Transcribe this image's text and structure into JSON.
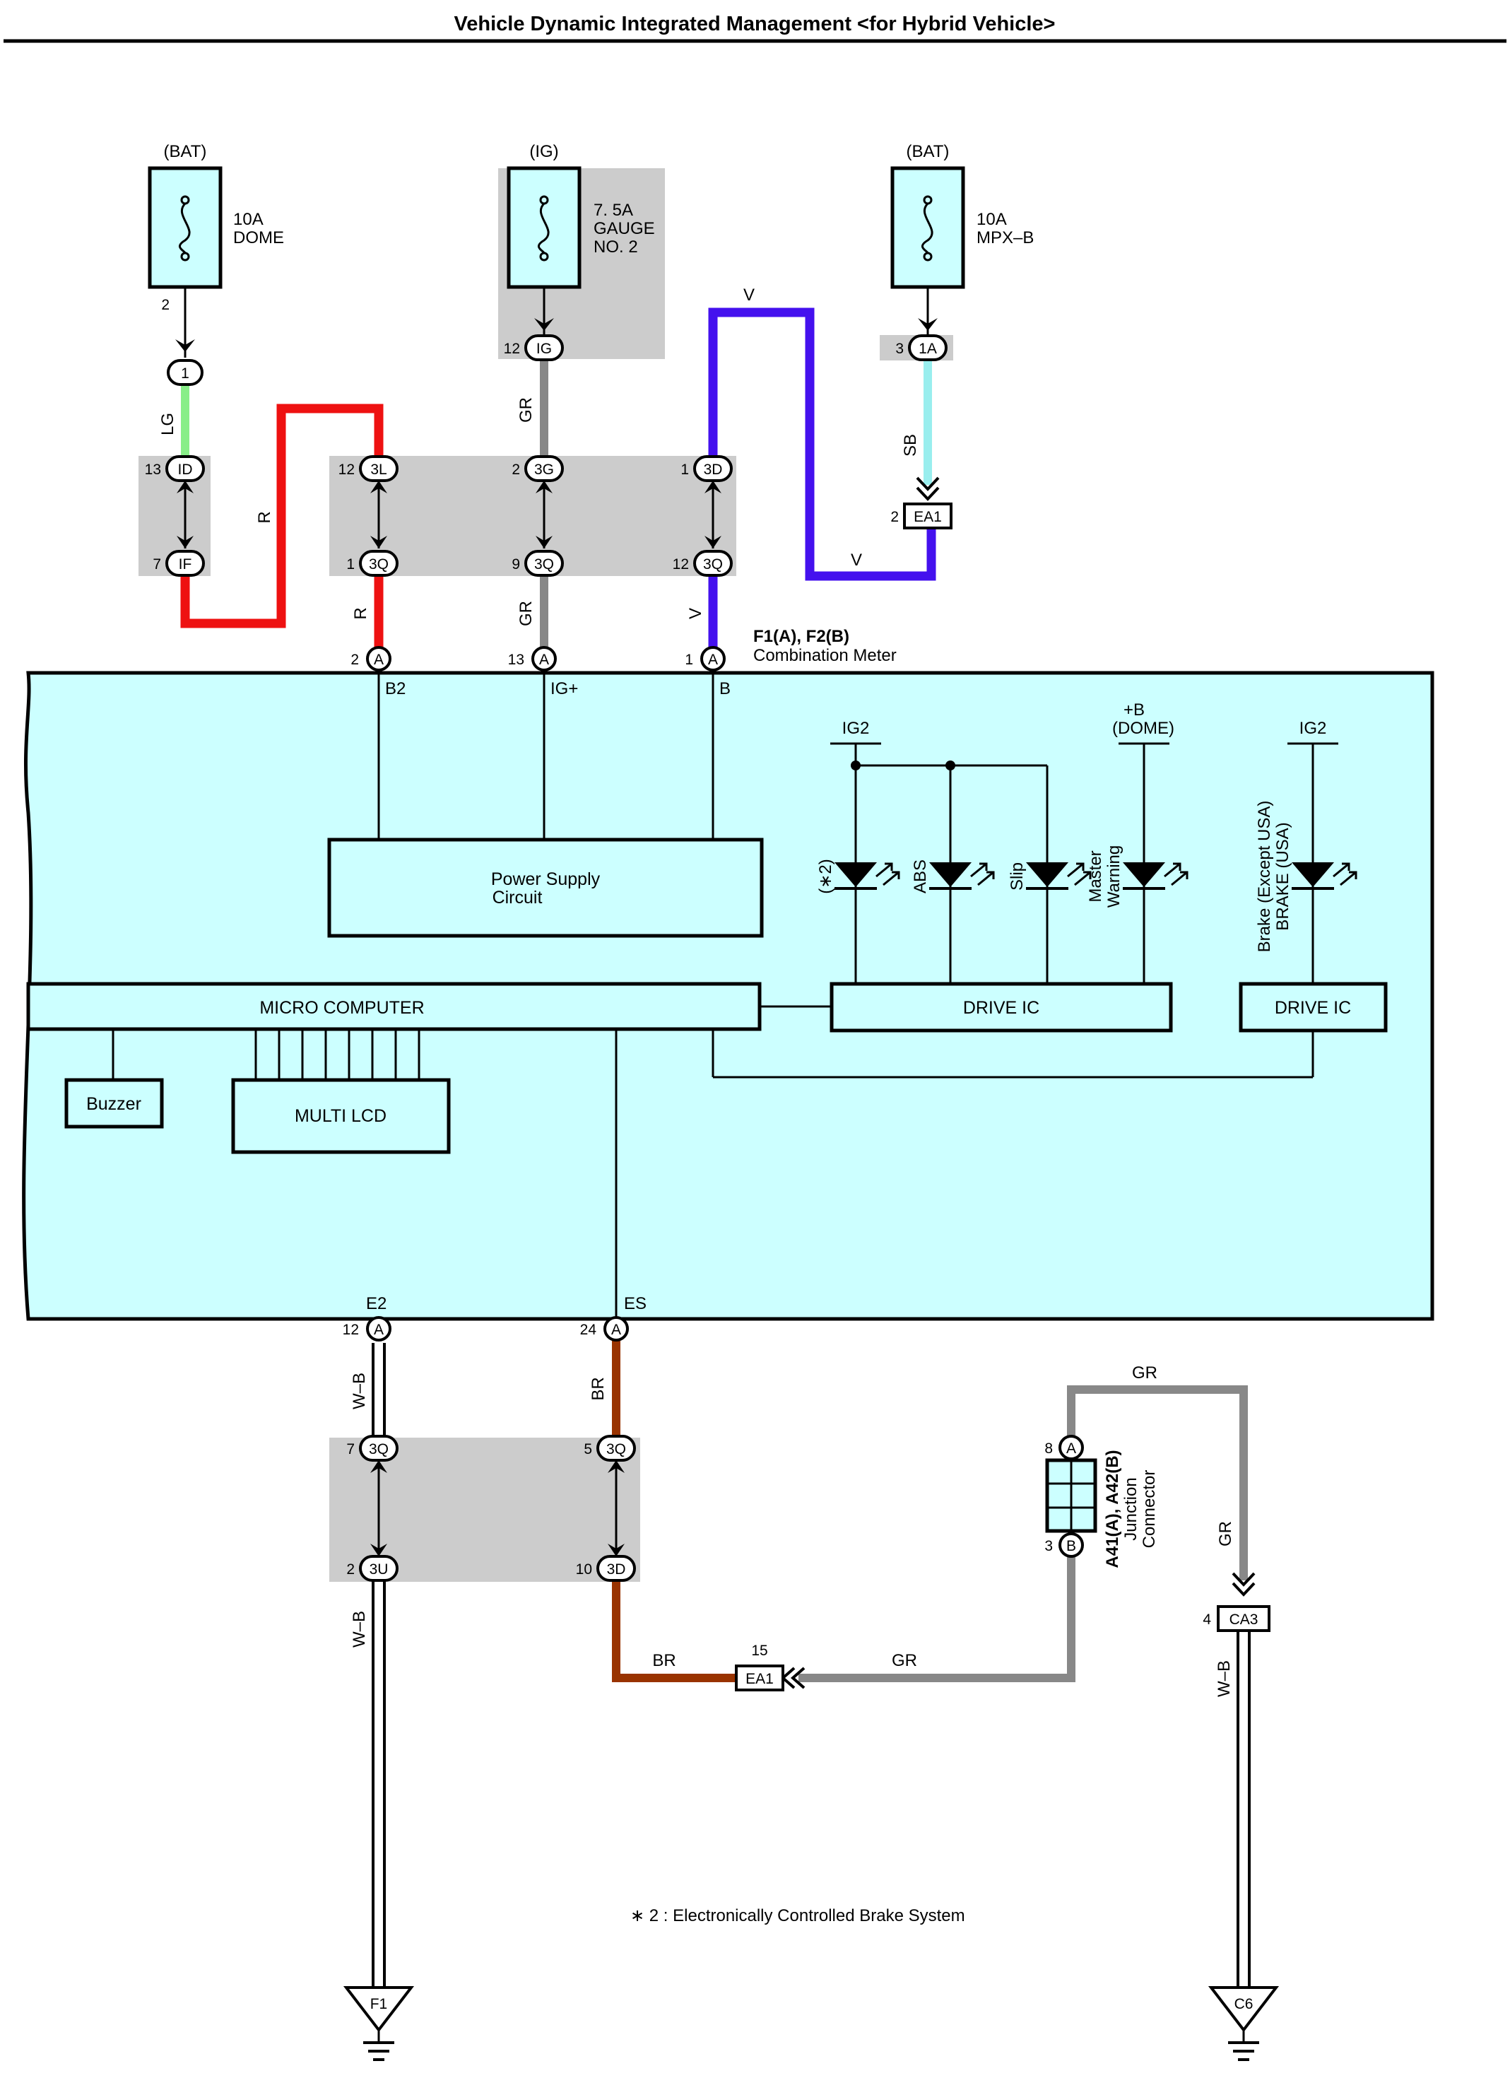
{
  "title": "Vehicle Dynamic Integrated Management <for Hybrid Vehicle>",
  "colors": {
    "panel": "#ccffff",
    "shade": "#cccccc",
    "wire_LG": "#88ee88",
    "wire_R": "#ee1111",
    "wire_GR": "#888888",
    "wire_V": "#4411ee",
    "wire_SB": "#99eeee",
    "wire_BR": "#993300",
    "wire_WB": "#000000"
  },
  "power_sources": {
    "bat_left": "(BAT)",
    "ig": "(IG)",
    "bat_right": "(BAT)"
  },
  "fuses": {
    "dome": {
      "amps": "10A",
      "name": "DOME"
    },
    "gauge": {
      "amps": "7. 5A",
      "name1": "GAUGE",
      "name2": "NO. 2"
    },
    "mpxb": {
      "amps": "10A",
      "name": "MPX–B"
    }
  },
  "pins": {
    "dome_out": "2",
    "gauge_out": "12",
    "mpxb_out": "3",
    "jb_13": "13",
    "jb_7": "7",
    "jb_12a": "12",
    "jb_1a": "1",
    "jb_2": "2",
    "jb_9": "9",
    "jb_1b": "1",
    "jb_12b": "12",
    "ea1_top": "2",
    "meter_b2": "2",
    "meter_ig": "13",
    "meter_b": "1",
    "gnd_12": "12",
    "gnd_24": "24",
    "jb_7b": "7",
    "jb_2b": "2",
    "jb_5": "5",
    "jb_10": "10",
    "ea1_bot": "15",
    "jc_8": "8",
    "jc_3": "3",
    "ca3": "4"
  },
  "connectors": {
    "c1": "1",
    "ig": "IG",
    "c1a": "1A",
    "id": "ID",
    "if": "IF",
    "c3l": "3L",
    "c3g": "3G",
    "c3d": "3D",
    "c3q": "3Q",
    "ea1": "EA1",
    "a": "A",
    "b": "B",
    "c3u": "3U",
    "ca3": "CA3",
    "f1": "F1",
    "c6": "C6"
  },
  "wire_labels": {
    "lg": "LG",
    "r": "R",
    "gr": "GR",
    "v": "V",
    "sb": "SB",
    "wb": "W–B",
    "br": "BR"
  },
  "meter": {
    "id": "F1(A), F2(B)",
    "name": "Combination Meter",
    "term_b2": "B2",
    "term_ig": "IG+",
    "term_b": "B",
    "term_e2": "E2",
    "term_es": "ES",
    "ig2_a": "IG2",
    "dome_b": "+B",
    "dome_paren": "(DOME)",
    "ig2_b": "IG2",
    "power_supply1": "Power Supply",
    "power_supply2": "Circuit",
    "micro": "MICRO COMPUTER",
    "drive1": "DRIVE IC",
    "drive2": "DRIVE IC",
    "buzzer": "Buzzer",
    "lcd": "MULTI LCD",
    "led_ecb": "(∗2)",
    "led_abs": "ABS",
    "led_slip": "Slip",
    "led_master1": "Master",
    "led_master2": "Warning",
    "led_brake1": "Brake (Except USA)",
    "led_brake2": "BRAKE (USA)"
  },
  "junction": {
    "id": "A41(A), A42(B)",
    "name1": "Junction",
    "name2": "Connector"
  },
  "footnote": "∗ 2 : Electronically Controlled Brake System"
}
